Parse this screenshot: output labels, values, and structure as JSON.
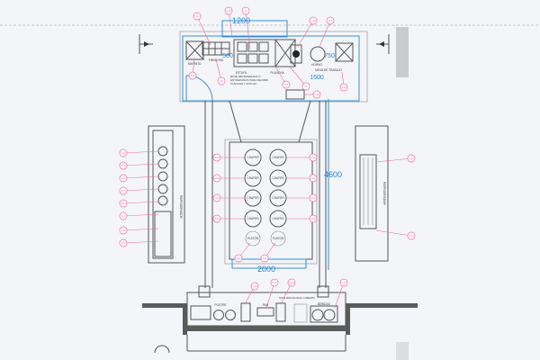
{
  "dimensions": {
    "top_width": "1200",
    "depth_left": "500",
    "depth_right": "750",
    "counter_length": "1500",
    "island_length": "4600",
    "island_width": "2000"
  },
  "labels": {
    "sink": "MARMITA",
    "fryer_section": "FREIDORA",
    "stove": "ESTUFA",
    "griddle": "PLANCHA",
    "oven": "HORNO",
    "note": "BASE REFRIGERADA O ENTREPAÑOS PARA RECIBIR PLANCHA Y ESTUFA",
    "side_table": "MESA DE TRABAJO",
    "chafer": "CHAFER",
    "platter": "PLATÓN",
    "postre": "POSTRE",
    "pan": "PAN",
    "bebidas": "BEBIDAS",
    "bascula": "BOTE BASURA BAJO CUBIERTA",
    "side_unit_left": "REFRIGERADOR",
    "side_unit_right": "REFRIGERADOR"
  },
  "tags": {
    "top": [
      "A2",
      "A1",
      "A11",
      "A10",
      "A12",
      "A5",
      "A8",
      "A9",
      "A13",
      "A14",
      "A18"
    ],
    "left_shelf": [
      "A3",
      "A3",
      "A3",
      "A3",
      "A3",
      "A3",
      "A4",
      "A4"
    ],
    "right_shelf": [
      "A3",
      "A4"
    ],
    "island_left": [
      "A20",
      "A20",
      "A20",
      "A20"
    ],
    "island_right": [
      "A20",
      "A20",
      "A20",
      "A20"
    ],
    "island_bottom": [
      "A21",
      "A21"
    ],
    "bottom": [
      "A18",
      "A15",
      "A16",
      "A17"
    ]
  },
  "colors": {
    "dimension": "#2a86d6",
    "tag": "#f06aa0",
    "line": "#555555"
  }
}
